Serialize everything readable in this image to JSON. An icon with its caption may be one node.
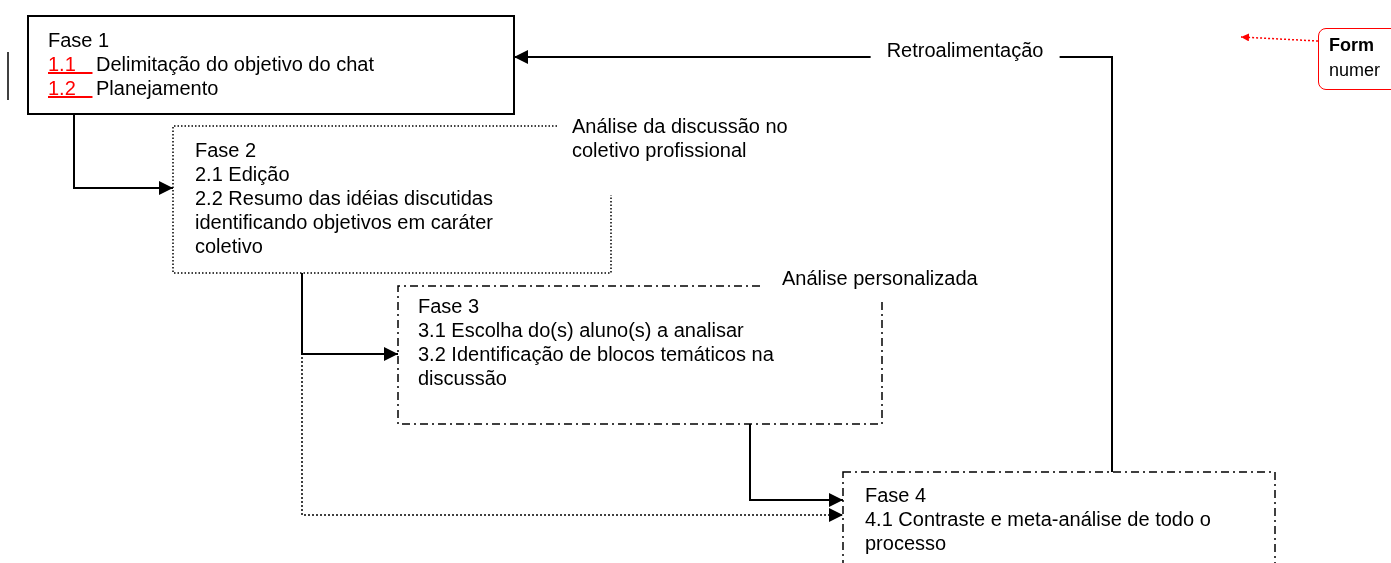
{
  "diagram": {
    "nodes": [
      {
        "text": [
          "Fase 1",
          "1.1 Delimitação do objetivo do chat",
          "1.2 Planejamento"
        ]
      },
      {
        "text": [
          "Fase 2",
          "2.1 Edição",
          "2.2 Resumo das idéias discutidas identificando objetivos em caráter coletivo"
        ],
        "beside": [
          "Análise da discussão no coletivo profissional"
        ]
      },
      {
        "text": [
          "Fase 3",
          "3.1 Escolha do(s) aluno(s) a analisar",
          "3.2 Identificação de blocos temáticos na discussão"
        ],
        "beside": [
          "Análise personalizada"
        ]
      },
      {
        "text": [
          "Fase 4",
          "4.1 Contraste e meta-análise de todo o processo"
        ]
      },
      {
        "text": [
          "Form",
          "numer"
        ]
      }
    ],
    "edges": [
      {
        "from": 0,
        "to": 1,
        "arrow": "to"
      },
      {
        "from": 1,
        "to": 2,
        "arrow": "to"
      },
      {
        "from": 1,
        "to": 3,
        "arrow": "to",
        "style": "dashed"
      },
      {
        "from": 2,
        "to": 3,
        "arrow": "to"
      },
      {
        "from": 3,
        "to": 0,
        "arrow": "to",
        "label": "Retroalimentação"
      },
      {
        "from": 4,
        "to": null,
        "arrow": "to",
        "style": "dashed",
        "color": "#ff0000"
      }
    ]
  }
}
